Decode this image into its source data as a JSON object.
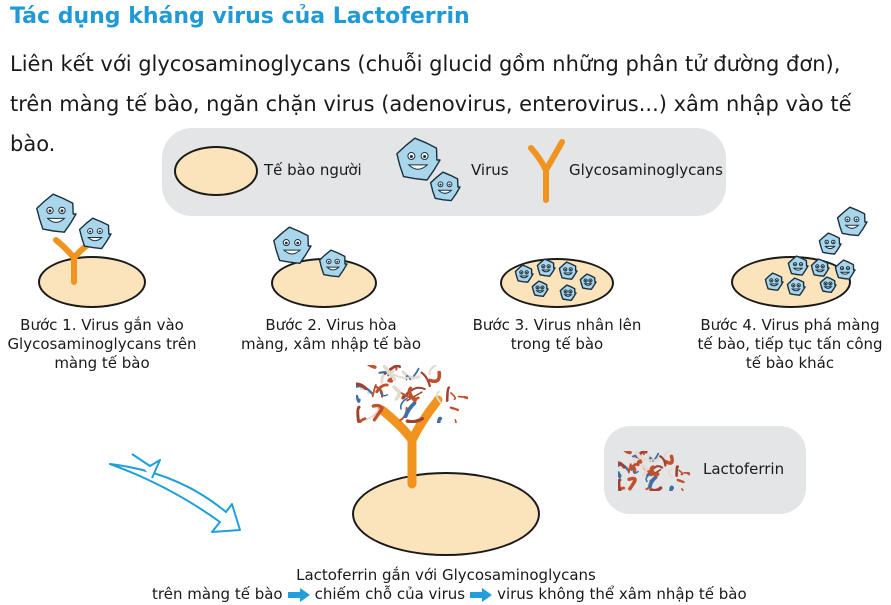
{
  "title": "Tác dụng kháng virus của Lactoferrin",
  "intro": "Liên kết với glycosaminoglycans (chuỗi glucid gồm những phân tử đường đơn), trên màng tế bào, ngăn chặn virus (adenovirus, enterovirus...) xâm nhập vào tế bào.",
  "legend": {
    "cell_label": "Tế bào người",
    "virus_label": "Virus",
    "glyco_label": "Glycosaminoglycans"
  },
  "steps": [
    {
      "label": "Bước 1. Virus gắn vào Glycosaminoglycans trên màng tế bào"
    },
    {
      "label": "Bước 2. Virus hòa màng, xâm nhập tế bào"
    },
    {
      "label": "Bước 3. Virus nhân lên trong tế bào"
    },
    {
      "label": "Bước 4. Virus phá màng tế bào, tiếp tục tấn công tế bào khác"
    }
  ],
  "lactoferrin_legend": "Lactoferrin",
  "bottom": {
    "line1": "Lactoferrin gắn với Glycosaminoglycans",
    "part1": "trên màng tế bào",
    "part2": "chiếm chỗ của virus",
    "part3": "virus không thể xâm nhập tế bào"
  },
  "colors": {
    "title": "#1f9ad6",
    "cell_fill": "#fbe3bc",
    "virus_fill": "#a9d6ea",
    "glyco": "#f0941f",
    "arrow": "#1fa0db",
    "protein_red": "#c2502a",
    "protein_blue": "#3f6fa8"
  }
}
